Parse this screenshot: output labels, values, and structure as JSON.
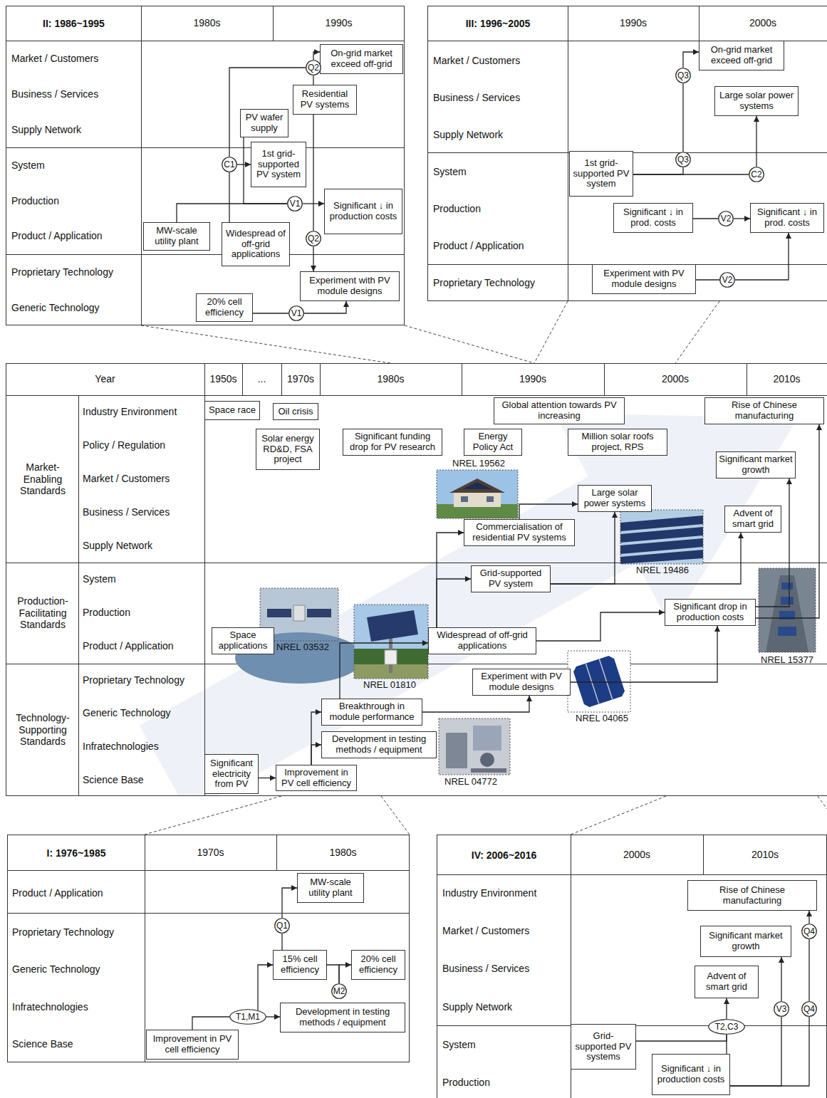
{
  "diagram": {
    "nodes": [
      {
        "text": [
          "II: 1986~1995"
        ]
      },
      {
        "text": [
          "On-grid market exceed off-grid"
        ],
        "in": 0
      },
      {
        "text": [
          "Q2"
        ],
        "in": 0
      },
      {
        "text": [
          "Residential PV systems"
        ],
        "in": 0
      },
      {
        "text": [
          "PV wafer supply"
        ],
        "in": 0
      },
      {
        "text": [
          "C1"
        ],
        "in": 0
      },
      {
        "text": [
          "1st grid-supported PV system"
        ],
        "in": 0
      },
      {
        "text": [
          "V1"
        ],
        "in": 0
      },
      {
        "text": [
          "Significant ↓ in production costs"
        ],
        "in": 0
      },
      {
        "text": [
          "MW-scale utility plant"
        ],
        "in": 0
      },
      {
        "text": [
          "Widespread of off-grid applications"
        ],
        "in": 0
      },
      {
        "text": [
          "Q2"
        ],
        "in": 0
      },
      {
        "text": [
          "Experiment with PV module designs"
        ],
        "in": 0
      },
      {
        "text": [
          "20% cell efficiency"
        ],
        "in": 0
      },
      {
        "text": [
          "V1"
        ],
        "in": 0
      },
      {
        "text": [
          "III: 1996~2005"
        ]
      },
      {
        "text": [
          "On-grid market exceed off-grid"
        ],
        "in": 15
      },
      {
        "text": [
          "Q3"
        ],
        "in": 15
      },
      {
        "text": [
          "Large solar power systems"
        ],
        "in": 15
      },
      {
        "text": [
          "Q3"
        ],
        "in": 15
      },
      {
        "text": [
          "1st grid-supported PV system"
        ],
        "in": 15
      },
      {
        "text": [
          "C2"
        ],
        "in": 15
      },
      {
        "text": [
          "Significant ↓ in prod. costs"
        ],
        "in": 15
      },
      {
        "text": [
          "V2"
        ],
        "in": 15
      },
      {
        "text": [
          "Significant ↓ in prod. costs"
        ],
        "in": 15
      },
      {
        "text": [
          "Experiment with PV module designs"
        ],
        "in": 15
      },
      {
        "text": [
          "V2"
        ],
        "in": 15
      },
      {
        "text": [
          "Space race"
        ]
      },
      {
        "text": [
          "Oil crisis"
        ]
      },
      {
        "text": [
          "Global attention towards PV increasing"
        ]
      },
      {
        "text": [
          "Rise of Chinese manufacturing"
        ]
      },
      {
        "text": [
          "Solar energy RD&D, FSA project"
        ]
      },
      {
        "text": [
          "Significant funding drop for PV research"
        ]
      },
      {
        "text": [
          "Energy Policy Act"
        ]
      },
      {
        "text": [
          "Million solar roofs project, RPS"
        ]
      },
      {
        "text": [
          "Significant market growth"
        ]
      },
      {
        "text": [
          "Large solar power systems"
        ]
      },
      {
        "text": [
          "Advent of smart grid"
        ]
      },
      {
        "text": [
          "Commercialisation of residential PV systems"
        ]
      },
      {
        "text": [
          "Grid-supported PV system"
        ]
      },
      {
        "text": [
          "Significant drop in production costs"
        ]
      },
      {
        "text": [
          "Space applications"
        ]
      },
      {
        "text": [
          "Widespread of off-grid applications"
        ]
      },
      {
        "text": [
          "Experiment with PV module designs"
        ]
      },
      {
        "text": [
          "Breakthrough in module performance"
        ]
      },
      {
        "text": [
          "Development in testing methods / equipment"
        ]
      },
      {
        "text": [
          "Significant electricity from PV"
        ]
      },
      {
        "text": [
          "Improvement in PV cell efficiency"
        ]
      },
      {
        "text": [
          "I: 1976~1985"
        ]
      },
      {
        "text": [
          "MW-scale utility plant"
        ],
        "in": 48
      },
      {
        "text": [
          "Q1"
        ],
        "in": 48
      },
      {
        "text": [
          "15% cell efficiency"
        ],
        "in": 48
      },
      {
        "text": [
          "20% cell efficiency"
        ],
        "in": 48
      },
      {
        "text": [
          "M2"
        ],
        "in": 48
      },
      {
        "text": [
          "T1,M1"
        ],
        "in": 48
      },
      {
        "text": [
          "Development in testing methods / equipment"
        ],
        "in": 48
      },
      {
        "text": [
          "Improvement in PV cell efficiency"
        ],
        "in": 48
      },
      {
        "text": [
          "IV: 2006~2016"
        ]
      },
      {
        "text": [
          "Rise of Chinese manufacturing"
        ],
        "in": 57
      },
      {
        "text": [
          "Q4"
        ],
        "in": 57
      },
      {
        "text": [
          "Significant market growth"
        ],
        "in": 57
      },
      {
        "text": [
          "Advent of smart grid"
        ],
        "in": 57
      },
      {
        "text": [
          "T2,C3"
        ],
        "in": 57
      },
      {
        "text": [
          "V3"
        ],
        "in": 57
      },
      {
        "text": [
          "Q4"
        ],
        "in": 57
      },
      {
        "text": [
          "Grid-supported PV systems"
        ],
        "in": 57
      },
      {
        "text": [
          "Significant ↓ in production costs"
        ],
        "in": 57
      }
    ],
    "edges": [
      {
        "from": 10,
        "to": 5,
        "arrow": "none"
      },
      {
        "from": 5,
        "to": 2,
        "arrow": "none"
      },
      {
        "from": 3,
        "to": 2,
        "arrow": "none"
      },
      {
        "from": 2,
        "to": 1,
        "arrow": "to"
      },
      {
        "from": 5,
        "to": 6,
        "arrow": "to"
      },
      {
        "from": 9,
        "to": 7,
        "arrow": "none"
      },
      {
        "from": 4,
        "to": 7,
        "arrow": "none"
      },
      {
        "from": 7,
        "to": 8,
        "arrow": "to"
      },
      {
        "from": 3,
        "to": 11,
        "arrow": "none"
      },
      {
        "from": 11,
        "to": 12,
        "arrow": "to"
      },
      {
        "from": 13,
        "to": 14,
        "arrow": "none"
      },
      {
        "from": 14,
        "to": 12,
        "arrow": "to"
      },
      {
        "from": 20,
        "to": 19,
        "arrow": "none"
      },
      {
        "from": 19,
        "to": 17,
        "arrow": "none"
      },
      {
        "from": 17,
        "to": 16,
        "arrow": "to"
      },
      {
        "from": 20,
        "to": 21,
        "arrow": "none"
      },
      {
        "from": 21,
        "to": 18,
        "arrow": "to"
      },
      {
        "from": 22,
        "to": 23,
        "arrow": "none"
      },
      {
        "from": 23,
        "to": 24,
        "arrow": "to"
      },
      {
        "from": 25,
        "to": 26,
        "arrow": "none"
      },
      {
        "from": 26,
        "to": 24,
        "arrow": "to"
      },
      {
        "from": 46,
        "to": 47,
        "arrow": "to"
      },
      {
        "from": 47,
        "to": 44,
        "arrow": "to"
      },
      {
        "from": 47,
        "to": 45,
        "arrow": "to"
      },
      {
        "from": 44,
        "to": 42,
        "arrow": "to"
      },
      {
        "from": 42,
        "to": 38,
        "arrow": "to"
      },
      {
        "from": 42,
        "to": 39,
        "arrow": "to"
      },
      {
        "from": 42,
        "to": 40,
        "arrow": "to"
      },
      {
        "from": 44,
        "to": 43,
        "arrow": "to"
      },
      {
        "from": 43,
        "to": 40,
        "arrow": "to"
      },
      {
        "from": 38,
        "to": 36,
        "arrow": "to"
      },
      {
        "from": 39,
        "to": 36,
        "arrow": "to"
      },
      {
        "from": 39,
        "to": 37,
        "arrow": "to"
      },
      {
        "from": 40,
        "to": 35,
        "arrow": "to"
      },
      {
        "from": 40,
        "to": 30,
        "arrow": "to"
      },
      {
        "from": 56,
        "to": 54,
        "arrow": "none"
      },
      {
        "from": 54,
        "to": 55,
        "arrow": "to"
      },
      {
        "from": 54,
        "to": 51,
        "arrow": "to"
      },
      {
        "from": 51,
        "to": 50,
        "arrow": "none"
      },
      {
        "from": 50,
        "to": 49,
        "arrow": "to"
      },
      {
        "from": 51,
        "to": 53,
        "arrow": "none"
      },
      {
        "from": 53,
        "to": 52,
        "arrow": "to"
      },
      {
        "from": 65,
        "to": 62,
        "arrow": "none"
      },
      {
        "from": 66,
        "to": 62,
        "arrow": "none"
      },
      {
        "from": 62,
        "to": 61,
        "arrow": "to"
      },
      {
        "from": 66,
        "to": 63,
        "arrow": "none"
      },
      {
        "from": 63,
        "to": 60,
        "arrow": "to"
      },
      {
        "from": 66,
        "to": 64,
        "arrow": "none"
      },
      {
        "from": 64,
        "to": 59,
        "arrow": "none"
      },
      {
        "from": 59,
        "to": 58,
        "arrow": "to"
      }
    ],
    "labels": [
      "1980s",
      "1990s",
      "Market / Customers",
      "Business / Services",
      "Supply Network",
      "System",
      "Production",
      "Product / Application",
      "Proprietary Technology",
      "Generic Technology",
      "1990s",
      "2000s",
      "Market / Customers",
      "Business / Services",
      "Supply Network",
      "System",
      "Production",
      "Product / Application",
      "Proprietary Technology",
      "Year",
      "1950s",
      "...",
      "1970s",
      "1980s",
      "1990s",
      "2000s",
      "2010s",
      "Market-Enabling Standards",
      "Production-Facilitating Standards",
      "Technology-Supporting Standards",
      "Industry Environment",
      "Policy / Regulation",
      "Market / Customers",
      "Business / Services",
      "Supply Network",
      "System",
      "Production",
      "Product / Application",
      "Proprietary Technology",
      "Generic Technology",
      "Infratechnologies",
      "Science Base",
      "NREL 19562",
      "NREL 03532",
      "NREL 01810",
      "NREL 19486",
      "NREL 04065",
      "NREL 04772",
      "NREL 15377",
      "1970s",
      "1980s",
      "Product / Application",
      "Proprietary Technology",
      "Generic Technology",
      "Infratechnologies",
      "Science Base",
      "2000s",
      "2010s",
      "Industry Environment",
      "Market / Customers",
      "Business / Services",
      "Supply Network",
      "System",
      "Production"
    ]
  }
}
